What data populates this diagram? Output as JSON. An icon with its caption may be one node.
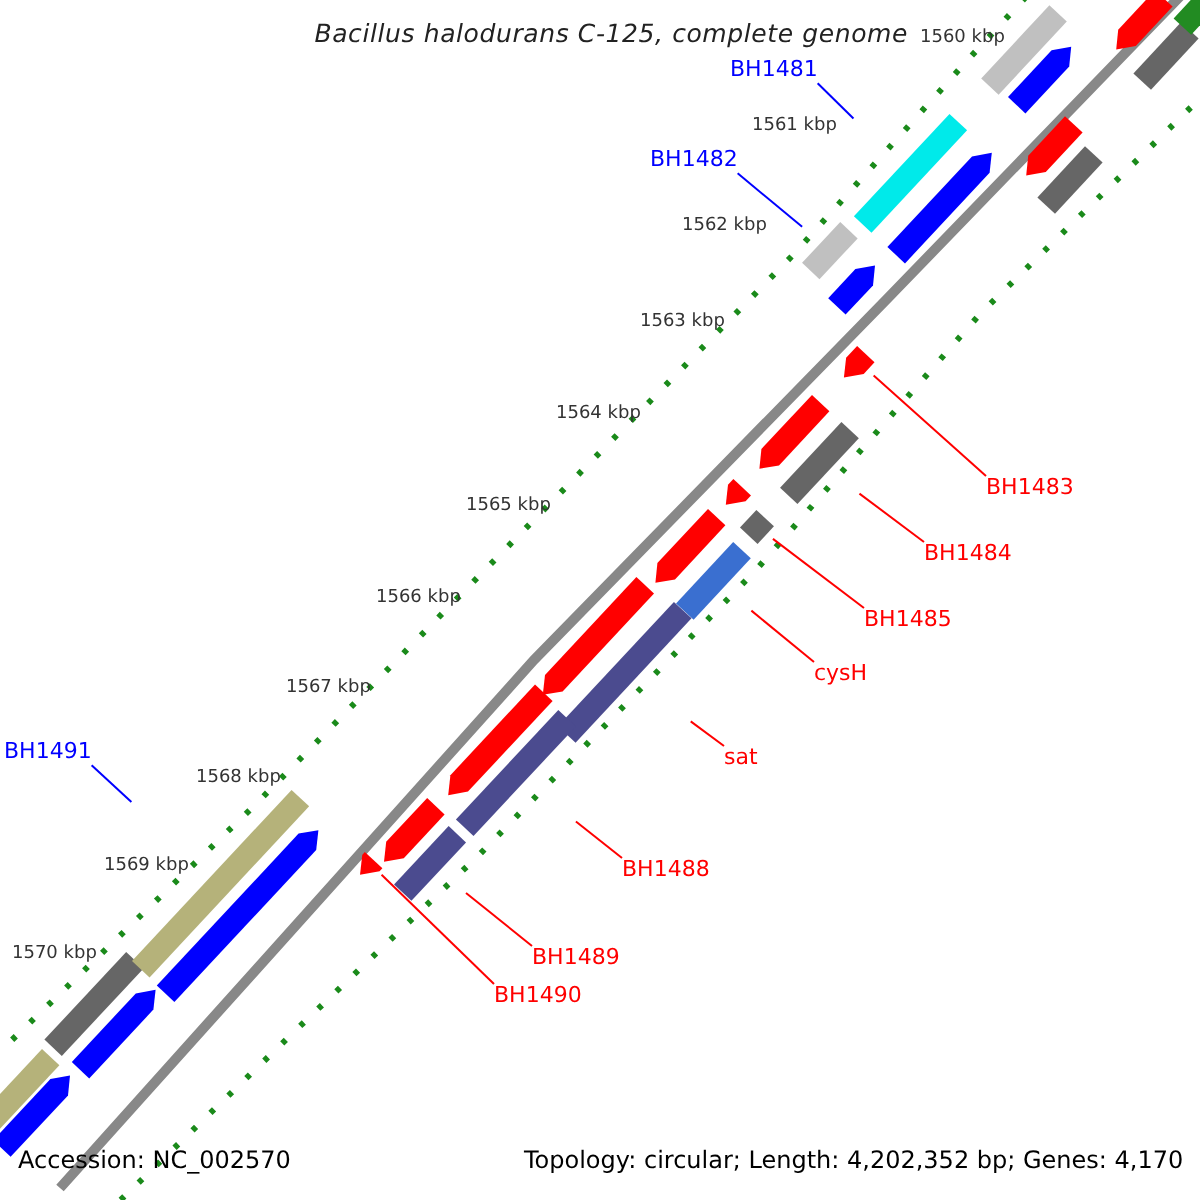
{
  "diagram": {
    "title": "Bacillus halodurans C-125, complete genome",
    "nodes": [
      {
        "text": [
          "BH1481"
        ]
      },
      {
        "text": [
          "BH1482"
        ]
      },
      {
        "text": [
          "BH1483"
        ]
      },
      {
        "text": [
          "BH1484"
        ]
      },
      {
        "text": [
          "BH1485"
        ]
      },
      {
        "text": [
          "cysH"
        ]
      },
      {
        "text": [
          "sat"
        ]
      },
      {
        "text": [
          "BH1488"
        ]
      },
      {
        "text": [
          "BH1489"
        ]
      },
      {
        "text": [
          "BH1490"
        ]
      },
      {
        "text": [
          "BH1491"
        ]
      },
      {
        "text": [],
        "shape": "bar"
      },
      {
        "text": [],
        "shape": "bar"
      },
      {
        "text": [],
        "shape": "bar"
      },
      {
        "text": [],
        "shape": "bar"
      },
      {
        "text": [],
        "shape": "bar"
      },
      {
        "text": [],
        "shape": "bar"
      },
      {
        "text": [],
        "shape": "bar"
      },
      {
        "text": [],
        "shape": "bar"
      },
      {
        "text": [],
        "shape": "bar"
      },
      {
        "text": [],
        "shape": "bar"
      },
      {
        "text": [],
        "shape": "bar"
      }
    ],
    "edges": [
      {
        "from": 0,
        "to": 11,
        "arrow": "none",
        "color": "#0000ff"
      },
      {
        "from": 1,
        "to": 12,
        "arrow": "none",
        "color": "#0000ff"
      },
      {
        "from": 2,
        "to": 13,
        "arrow": "none"
      },
      {
        "from": 3,
        "to": 14,
        "arrow": "none"
      },
      {
        "from": 4,
        "to": 15,
        "arrow": "none"
      },
      {
        "from": 5,
        "to": 16,
        "arrow": "none"
      },
      {
        "from": 6,
        "to": 17,
        "arrow": "none"
      },
      {
        "from": 7,
        "to": 18,
        "arrow": "none"
      },
      {
        "from": 8,
        "to": 19,
        "arrow": "none"
      },
      {
        "from": 9,
        "to": 20,
        "arrow": "none"
      },
      {
        "from": 10,
        "to": 21,
        "arrow": "none",
        "color": "#0000ff"
      }
    ],
    "labels": [
      "1560 kbp",
      "1561 kbp",
      "1562 kbp",
      "1563 kbp",
      "1564 kbp",
      "1565 kbp",
      "1566 kbp",
      "1567 kbp",
      "1568 kbp",
      "1569 kbp",
      "1570 kbp",
      "Accession: NC_002570",
      "Topology: circular; Length: 4,202,352 bp; Genes: 4,170"
    ]
  }
}
